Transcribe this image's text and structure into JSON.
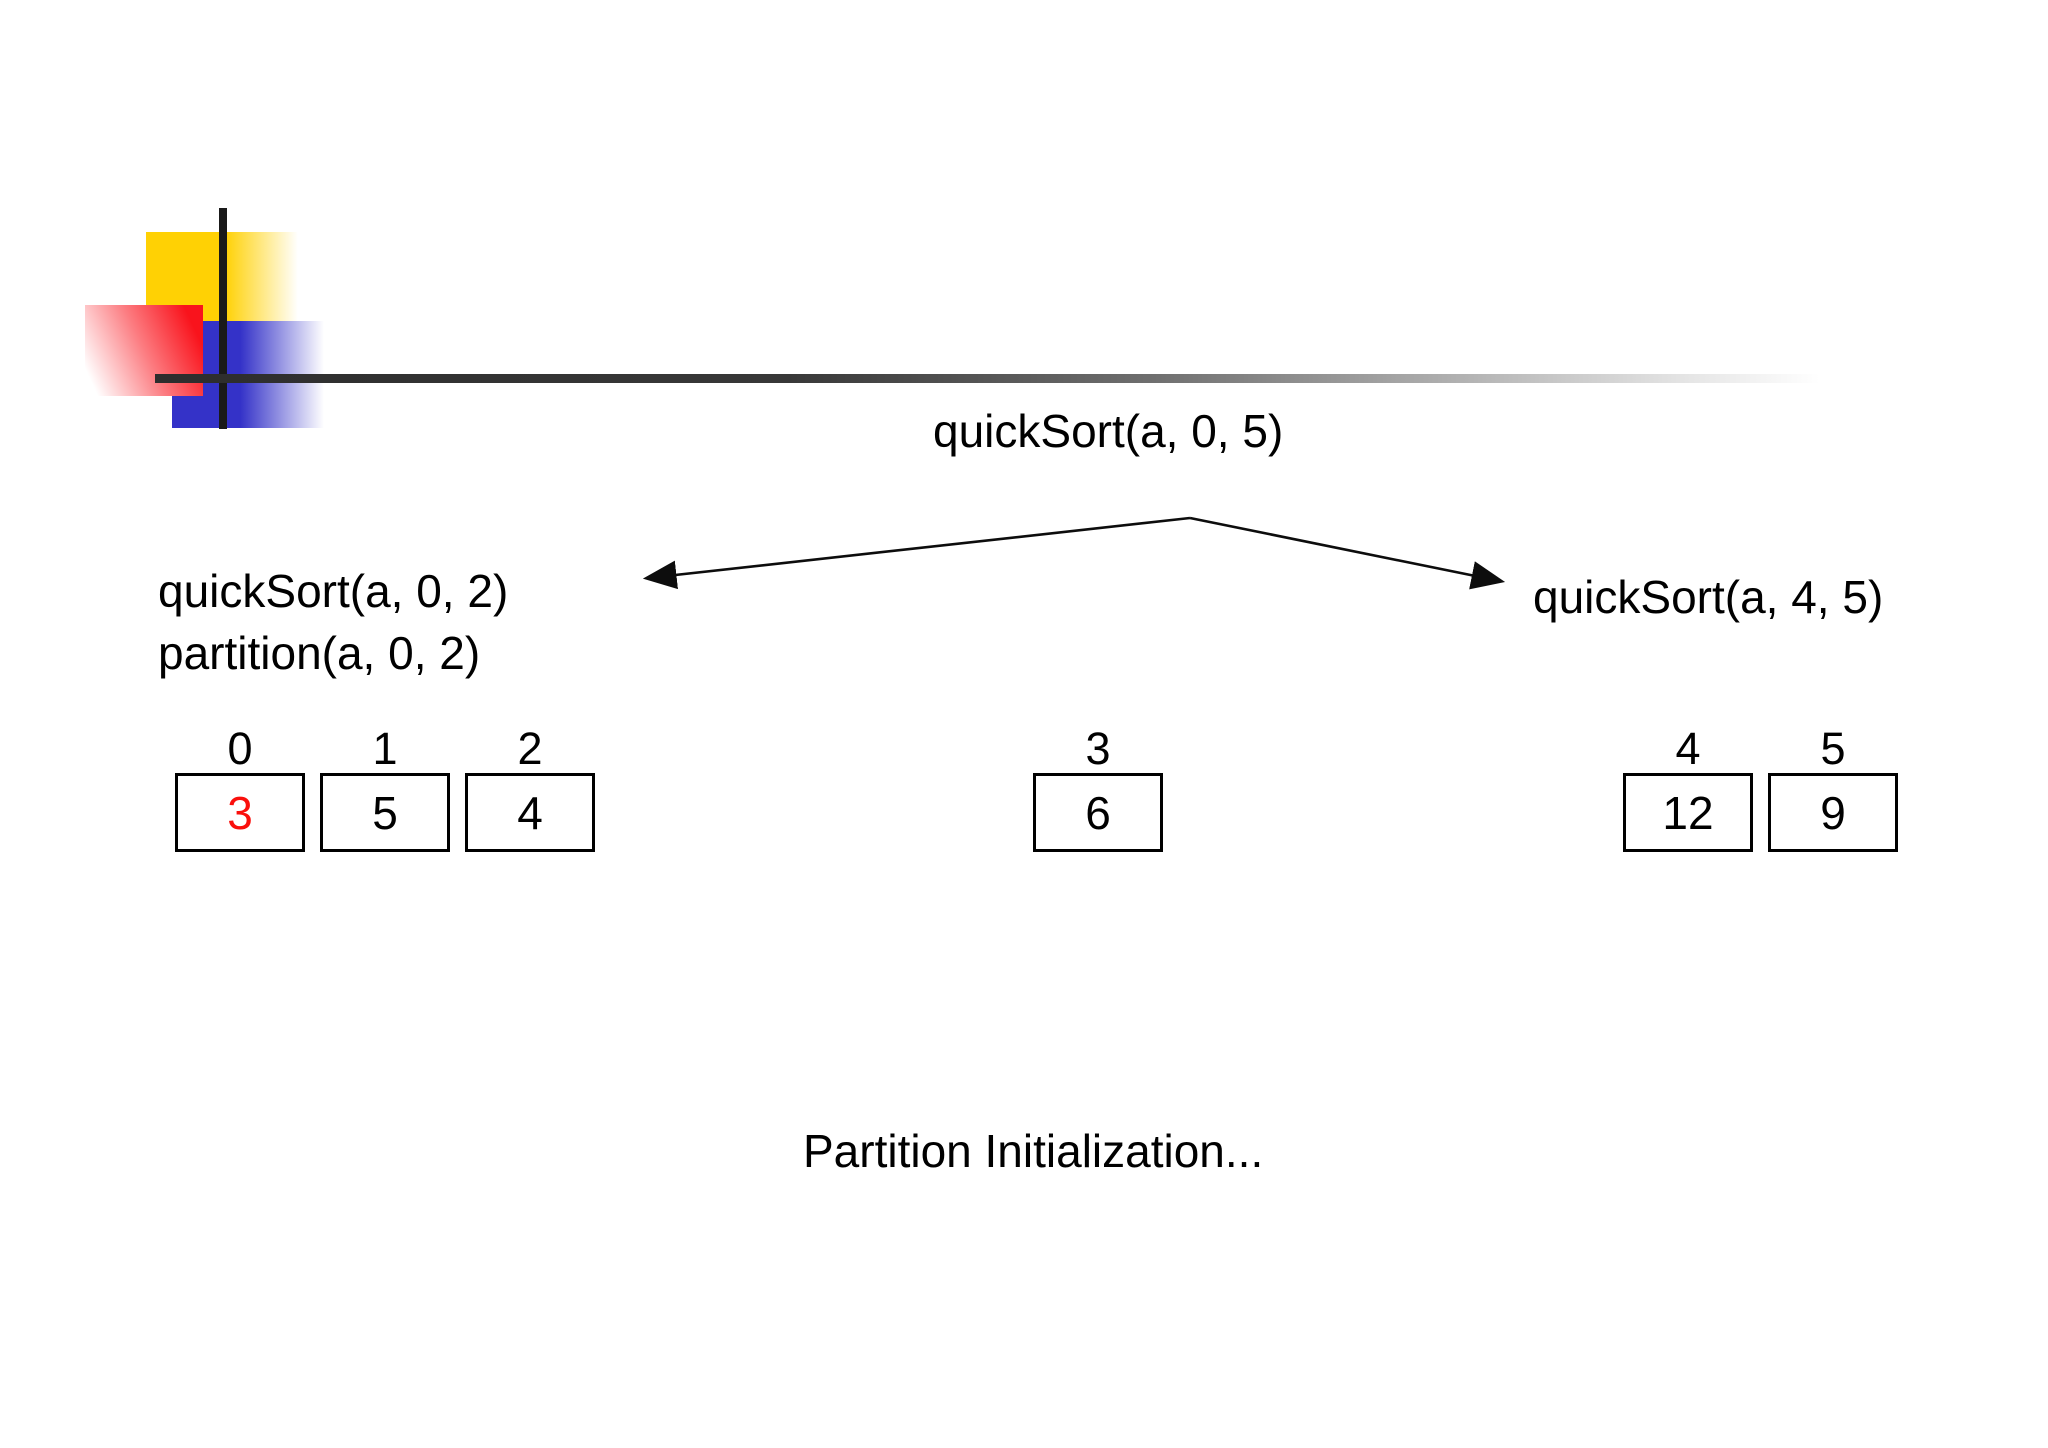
{
  "slide": {
    "title_call": "quickSort(a, 0, 5)",
    "left_branch": {
      "line1": "quickSort(a, 0, 2)",
      "line2": "partition(a, 0, 2)"
    },
    "right_branch": {
      "line1": "quickSort(a, 4, 5)"
    },
    "caption": "Partition Initialization...",
    "array": {
      "left_group": [
        {
          "index": "0",
          "value": "3",
          "pivot": true
        },
        {
          "index": "1",
          "value": "5",
          "pivot": false
        },
        {
          "index": "2",
          "value": "4",
          "pivot": false
        }
      ],
      "middle_group": [
        {
          "index": "3",
          "value": "6",
          "pivot": false
        }
      ],
      "right_group": [
        {
          "index": "4",
          "value": "12",
          "pivot": false
        },
        {
          "index": "5",
          "value": "9",
          "pivot": false
        }
      ]
    },
    "colors": {
      "pivot_value_red": "#fa0f0c",
      "logo_yellow": "#ffd104",
      "logo_blue": "#3432c8",
      "logo_red": "#f9131c",
      "rule_dark": "#2d2d2d",
      "text": "#000000",
      "background": "#ffffff"
    }
  }
}
